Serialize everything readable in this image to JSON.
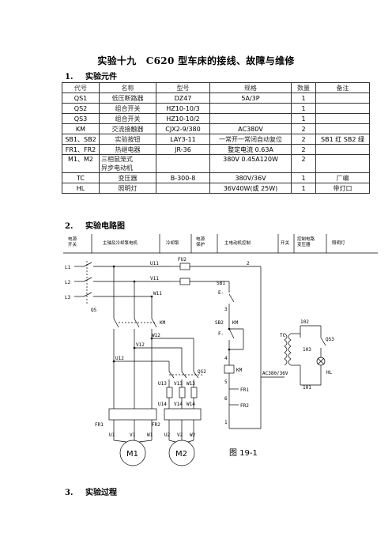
{
  "title": "实验十九　C620 型车床的接线、故障与维修",
  "sections": {
    "s1": {
      "num": "1.",
      "label": "实验元件"
    },
    "s2": {
      "num": "2.",
      "label": "实验电路图"
    },
    "s3": {
      "num": "3.",
      "label": "实验过程"
    }
  },
  "table": {
    "headers": [
      "代号",
      "名称",
      "型号",
      "规格",
      "数量",
      "备注"
    ],
    "rows": [
      [
        "QS1",
        "低压断路器",
        "DZ47",
        "5A/3P",
        "1",
        ""
      ],
      [
        "QS2",
        "组合开关",
        "HZ10-10/3",
        "",
        "1",
        ""
      ],
      [
        "QS3",
        "组合开关",
        "HZ10-10/2",
        "",
        "1",
        ""
      ],
      [
        "KM",
        "交流接触器",
        "CJX2-9/380",
        "AC380V",
        "2",
        ""
      ],
      [
        "SB1、SB2",
        "实验按钮",
        "LAY3-11",
        "一常开一常闭自动复位",
        "2",
        "SB1 红 SB2 绿"
      ],
      [
        "FR1、FR2",
        "热继电器",
        "JR-36",
        "整定电流 0.63A",
        "2",
        ""
      ],
      [
        "M1、M2",
        "三相鼠笼式\n异步电动机",
        "",
        "380V 0.45A120W",
        "2",
        ""
      ],
      [
        "TC",
        "变压器",
        "B-300-8",
        "380V/36V",
        "1",
        "厂编"
      ],
      [
        "HL",
        "照明灯",
        "",
        "36V40W(或 25W)",
        "1",
        "带灯口"
      ]
    ]
  },
  "circuit": {
    "headers": [
      "电源\n开关",
      "主轴及冷却泵电机",
      "冷却泵",
      "电源\n保护",
      "主电动机控制",
      "开关",
      "控制电路\n变压器",
      "照明灯"
    ],
    "labels": {
      "L1": "L1",
      "L2": "L2",
      "L3": "L3",
      "QS": "QS",
      "FU2": "FU2",
      "U11": "U11",
      "V11": "V11",
      "W11": "W11",
      "KM": "KM",
      "W12": "W12",
      "V12": "V12",
      "U12": "U12",
      "QS2": "QS2",
      "U13": "U13",
      "V13": "V13",
      "W13": "W13",
      "U14": "U14",
      "V14": "V14",
      "W14": "W14",
      "FR1": "FR1",
      "FR2": "FR2",
      "U1": "U1",
      "V1": "V1",
      "W1": "W1",
      "U2": "U2",
      "V2": "V2",
      "W2": "W2",
      "M1": "M1",
      "M2": "M2",
      "n2": "2",
      "n3": "3",
      "n4": "4",
      "n5": "5",
      "n6": "6",
      "n1": "1",
      "SB1": "SB1",
      "SB2": "SB2",
      "KMc": "KM",
      "E": "E-",
      "F": "F-",
      "KMcoil": "KM",
      "FR1c": "FR1",
      "FR2c": "FR2",
      "TC": "TC",
      "AC": "AC380/36V",
      "n102": "102",
      "n103": "103",
      "n101": "101",
      "QS3": "QS3",
      "HL": "HL",
      "fig": "图 19-1"
    }
  }
}
